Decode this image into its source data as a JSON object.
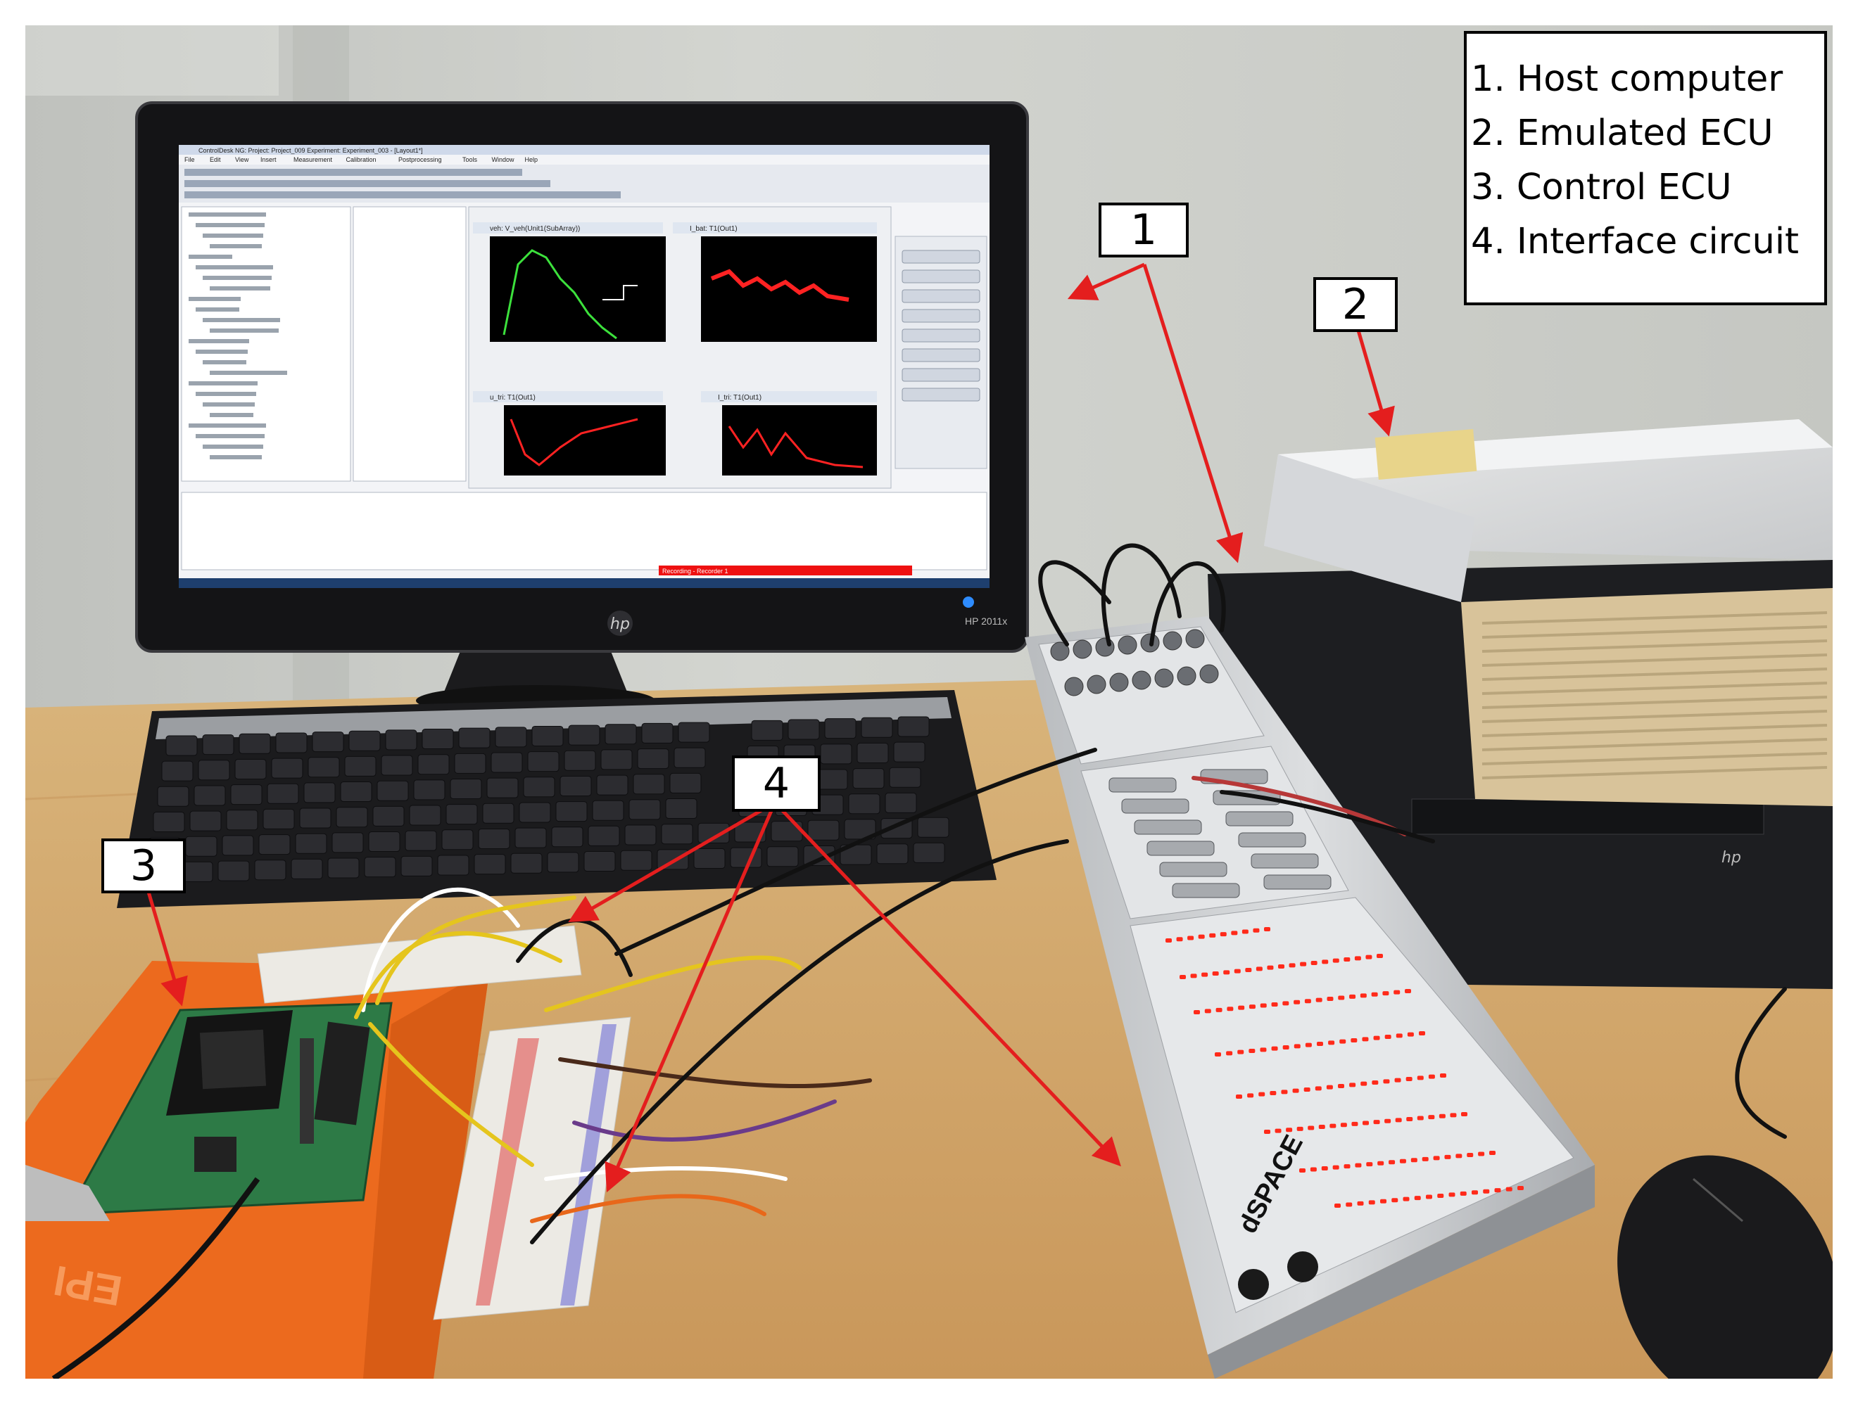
{
  "legend": {
    "items": [
      "1. Host computer",
      "2. Emulated ECU",
      "3. Control ECU",
      "4. Interface circuit"
    ]
  },
  "callouts": {
    "c1": "1",
    "c2": "2",
    "c3": "3",
    "c4": "4"
  },
  "monitor": {
    "brand": "hp",
    "model": "HP 2011x",
    "window_title": "ControlDesk NG: Project: Project_009 Experiment: Experiment_003 - [Layout1*]",
    "menu": [
      "File",
      "Edit",
      "View",
      "Insert",
      "Measurement",
      "Calibration",
      "Postprocessing",
      "Tools",
      "Window",
      "Help"
    ],
    "plot_titles": [
      "veh: V_veh(Unit1(SubArray))",
      "I_bat: T1(Out1)",
      "u_tri: T1(Out1)",
      "I_tri: T1(Out1)"
    ],
    "status_bar": "Recording - Recorder 1"
  },
  "device": {
    "brand": "dSPACE"
  },
  "board": {
    "logo": "EPI"
  },
  "colors": {
    "arrow": "#e41e1e",
    "table": "#d9ae6f",
    "wall": "#c9cbc6",
    "notebook": "#ec6a1e",
    "led": "#ff2a1a"
  }
}
